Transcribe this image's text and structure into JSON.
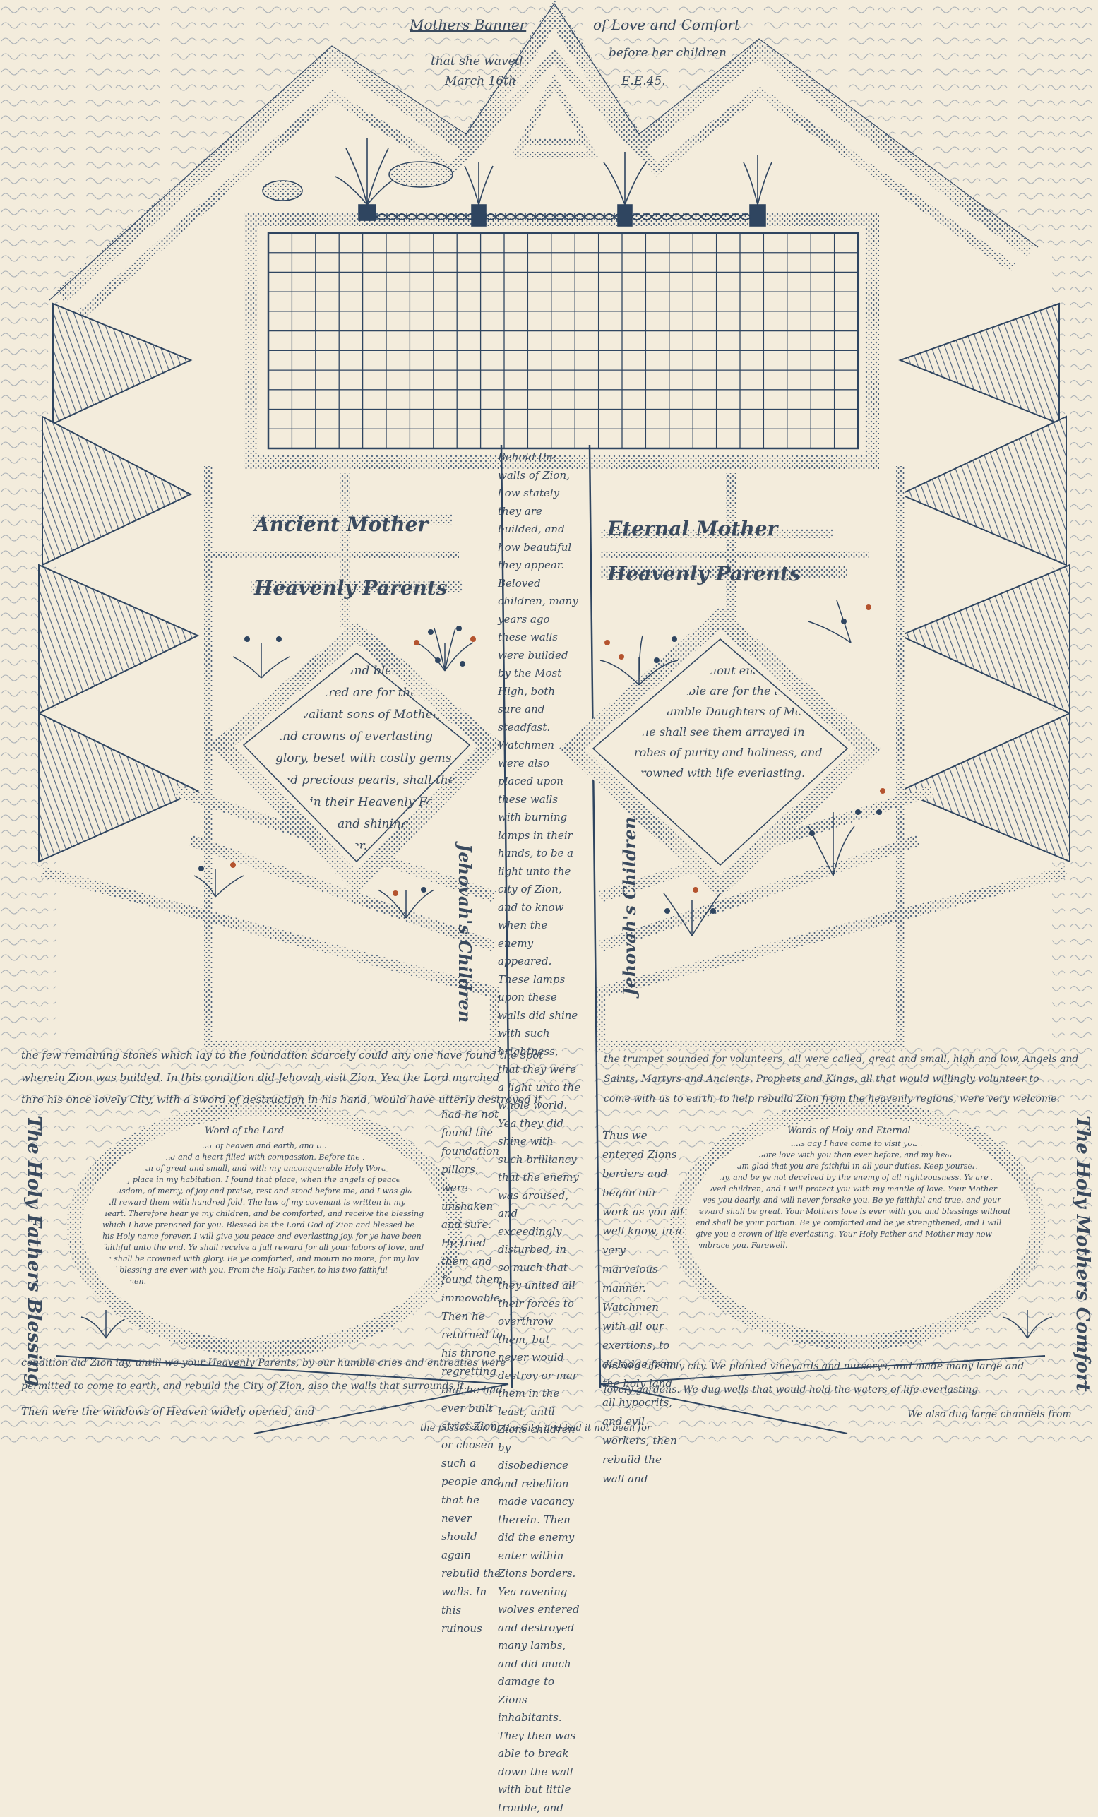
{
  "header": {
    "title": "Mothers Banner",
    "subtitle_right": "of Love and Comfort",
    "line2_left": "that she waved",
    "line2_right": "before her children",
    "date_left": "March 16th",
    "date_right": "E.E.45."
  },
  "center_column": {
    "text": "Behold the walls of Zion, how stately they are builded, and how beautiful they appear. Beloved children, many years ago these walls were builded by the Most High, both sure and steadfast. Watchmen were also placed upon these walls with burning lamps in their hands, to be a light unto the city of Zion, and to know when the enemy appeared. These lamps upon these walls did shine with such brightness, that they were a light unto the whole world. Yea they did shine with such brilliancy that the enemy was aroused, and exceedingly disturbed, in so much that they united all their forces to overthrow them, but never would destroy or mar them in the least, until Zions children by disobedience and rebellion made vacancy therein. Then did the enemy enter within Zions borders. Yea ravening wolves entered and destroyed many lambs, and did much damage to Zions inhabitants. They then was able to break down the wall with but little trouble, and"
  },
  "left_diamond": {
    "text": "Joys untold and blessings innumbered are for the brave and valiant sons of Mother, and crowns of everlasting glory, beset with costly gems and precious pearls, shall they wear in their Heavenly Fathers Kingdom, and shining robes sejour for ever."
  },
  "right_diamond": {
    "text": "Blessings without end and joys unspeakable are for the innocent and humble Daughters of Mother. She shall see them arrayed in robes of purity and holiness, and crowned with life everlasting."
  },
  "bottom_lines": {
    "l1": "the few remaining stones which lay to the foundation scarcely could any one have found the spot",
    "l2": "wherein Zion was builded. In this condition did Jehovah visit Zion. Yea the Lord marched",
    "l3": "thro his once lovely City, with a sword of destruction in his hand, would have utterly destroyed it",
    "l4": "condition did Zion lay, untill we your Heavenly Parents, by our humble cries and entreaties were",
    "l5": "permitted to come to earth, and rebuild the City of Zion, also the walls that surrounds it.",
    "l6": "Then were the windows of Heaven widely opened, and",
    "l7": "the possession of the City, and had it not been for",
    "r1": "the trumpet sounded for volunteers, all were called, great and small, high and low, Angels and",
    "r2": "Saints, Martyrs and Ancients, Prophets and Kings, all that would willingly volunteer to",
    "r3": "come with us to earth, to help rebuild Zion from the heavenly regions, were very welcome.",
    "r4": "revived the holy city. We planted vineyards and nurserys, and made many large and",
    "r5": "lovely gardens. We dug wells that would hold the waters of life everlasting",
    "r6": "We also dug large channels from"
  },
  "mid_left_column": {
    "text": "had he not found the foundation pillars, were unshaken and sure. He tried them and found them immovable. Then he returned to his throne regretting that he had ever built strict Zion, or chosen such a people and that he never should again rebuild the walls. In this ruinous"
  },
  "mid_right_column": {
    "text": "Thus we entered Zions borders and began our work as you all well know, in a very marvelous manner. Watchmen with all our exertions, to dislodge from the holy land all hypocrits, and evil workers, then rebuild the wall and"
  },
  "left_oval": {
    "heading": "Word of the Lord",
    "text": "To the Lord of all the Maker of heaven and earth, and the King of all, I will come with an open hand and a heart filled with compassion. Before the inhabitants thereof, both of great and small, and with my unconquerable Holy Word, I found a resting place in my habitation. I found that place, when the angels of peace and of wisdom, of mercy, of joy and praise, rest and stood before me, and I was glad. I will reward them with hundred fold. The law of my covenant is written in my heart. Therefore hear ye my children, and be comforted, and receive the blessing which I have prepared for you. Blessed be the Lord God of Zion and blessed be his Holy name forever. I will give you peace and everlasting joy, for ye have been faithful unto the end. Ye shall receive a full reward for all your labors of love, and ye shall be crowned with glory. Be ye comforted, and mourn no more, for my love and blessing are ever with you. From the Holy Father, to his two faithful Watchmen."
  },
  "right_oval": {
    "heading": "Words of Holy and Eternal",
    "text": "My Beloved Daughters, this day I have come to visit you with a Mothers blessing. I find more love with you than ever before, and my heart rejoices over you, and I am glad that you are faithful in all your duties. Keep yourselves pure and holy, and be ye not deceived by the enemy of all righteousness. Ye are my beloved children, and I will protect you with my mantle of love. Your Mother loves you dearly, and will never forsake you. Be ye faithful and true, and your reward shall be great. Your Mothers love is ever with you and blessings without end shall be your portion. Be ye comforted and be ye strengthened, and I will give you a crown of life everlasting. Your Holy Father and Mother may now embrace you. Farewell."
  },
  "side_labels": {
    "left": "The Holy Fathers Blessing",
    "right": "The Holy Mothers Comfort"
  },
  "banner_names": {
    "left_top": "Ancient Mother",
    "left_bottom": "Heavenly Parents",
    "right_top": "Eternal Mother",
    "right_bottom": "Heavenly Parents"
  },
  "vertical_labels": {
    "left": "Jehovah's Children",
    "right": "Jehovah's Children"
  },
  "colors": {
    "ink": "#2f4560",
    "paper": "#f3ecdc",
    "red": "#b4532e"
  }
}
